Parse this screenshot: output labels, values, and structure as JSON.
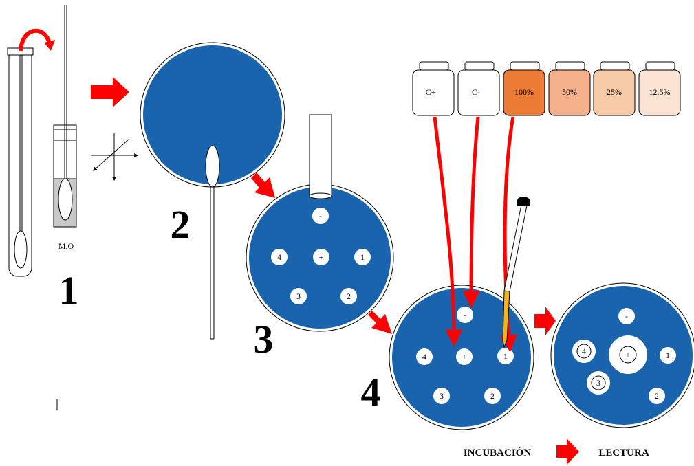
{
  "colors": {
    "plate_blue": "#1a64ad",
    "arrow_red": "#ff0000",
    "bottle_100": "#ec7b35",
    "bottle_50": "#f3b08a",
    "bottle_25": "#f7caa8",
    "bottle_12_5": "#fbe3d3"
  },
  "steps": {
    "s1": "1",
    "s2": "2",
    "s3": "3",
    "s4": "4"
  },
  "tube_label": "M.O",
  "bottles": {
    "c_pos": "C+",
    "c_neg": "C-",
    "p100": "100%",
    "p50": "50%",
    "p25": "25%",
    "p12": "12.5%"
  },
  "wells": {
    "neg": "-",
    "pos": "+",
    "w1": "1",
    "w2": "2",
    "w3": "3",
    "w4": "4"
  },
  "footer": {
    "incubation": "INCUBACIÓN",
    "reading": "LECTURA"
  }
}
